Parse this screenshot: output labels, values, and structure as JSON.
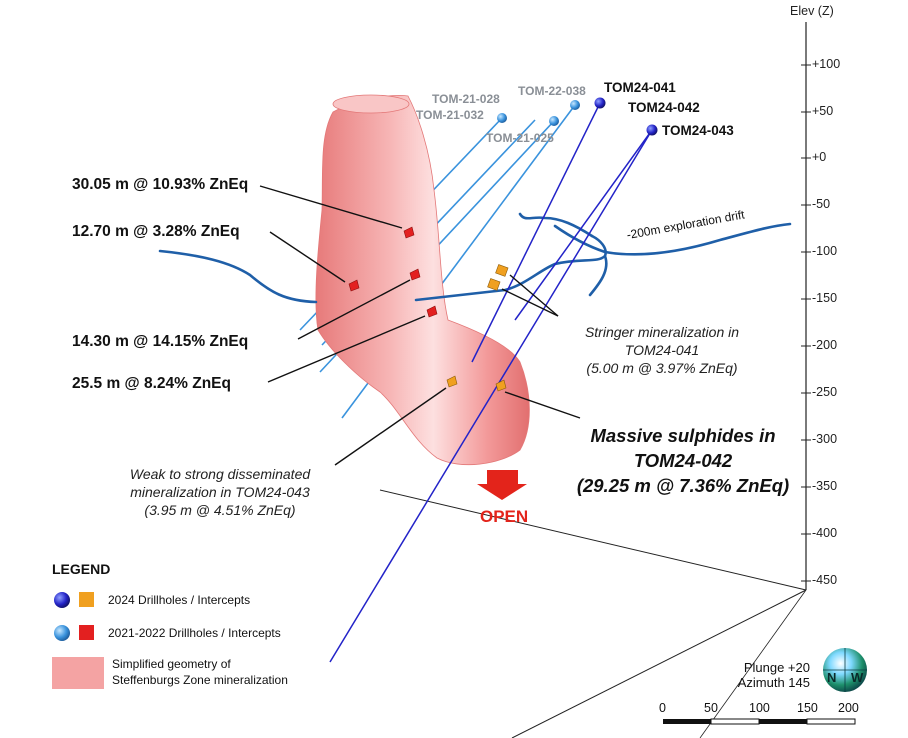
{
  "axis": {
    "title": "Elev (Z)",
    "ticks": [
      "+100",
      "+50",
      "+0",
      "-50",
      "-100",
      "-150",
      "-200",
      "-250",
      "-300",
      "-350",
      "-400",
      "-450"
    ]
  },
  "drillholes": {
    "h2021_028": "TOM-21-028",
    "h2021_032": "TOM-21-032",
    "h2022_038": "TOM-22-038",
    "h2021_025": "TOM-21-025",
    "h2024_041": "TOM24-041",
    "h2024_042": "TOM24-042",
    "h2024_043": "TOM24-043"
  },
  "intercepts": {
    "i1": "30.05 m @ 10.93% ZnEq",
    "i2": "12.70 m @ 3.28% ZnEq",
    "i3": "14.30 m @ 14.15% ZnEq",
    "i4": "25.5 m @ 8.24% ZnEq"
  },
  "drift_label": "-200m exploration drift",
  "stringer": {
    "line1": "Stringer mineralization in",
    "line2": "TOM24-041",
    "line3": "(5.00 m  @ 3.97% ZnEq)"
  },
  "massive": {
    "line1": "Massive sulphides in",
    "line2": "TOM24-042",
    "line3": "(29.25 m @ 7.36% ZnEq)"
  },
  "disseminated": {
    "line1": "Weak to strong disseminated",
    "line2": "mineralization in TOM24-043",
    "line3": "(3.95 m @ 4.51% ZnEq)"
  },
  "open_label": "OPEN",
  "legend": {
    "title": "LEGEND",
    "item1": "2024 Drillholes / Intercepts",
    "item2": "2021-2022 Drillholes / Intercepts",
    "item3_line1": "Simplified geometry of",
    "item3_line2": "Steffenburgs Zone mineralization"
  },
  "orientation": {
    "plunge": "Plunge +20",
    "azimuth": "Azimuth 145",
    "compass_n": "N",
    "compass_w": "W"
  },
  "scale_bar": {
    "labels": [
      "0",
      "50",
      "100",
      "150",
      "200"
    ]
  },
  "colors": {
    "zone_fill": "#f4a3a3",
    "hole_2024": "#2323c8",
    "hole_2021": "#3a93dd",
    "intercept_2024": "#f0a020",
    "intercept_2021": "#e32020",
    "drift": "#1f5fa8",
    "open_arrow": "#e3241b"
  }
}
